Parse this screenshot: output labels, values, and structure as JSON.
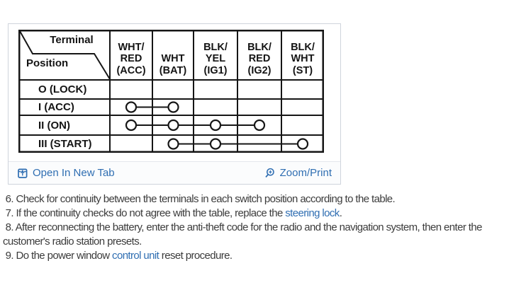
{
  "colors": {
    "link": "#2f6eb2",
    "ink": "#161616",
    "body_text": "#3c3c3c"
  },
  "panel": {
    "table": {
      "corner": {
        "terminal": "Terminal",
        "position": "Position"
      },
      "columns": [
        {
          "key": "ACC",
          "label": "WHT/\nRED\n(ACC)"
        },
        {
          "key": "BAT",
          "label": "WHT\n(BAT)"
        },
        {
          "key": "IG1",
          "label": "BLK/\nYEL\n(IG1)"
        },
        {
          "key": "IG2",
          "label": "BLK/\nRED\n(IG2)"
        },
        {
          "key": "ST",
          "label": "BLK/\nWHT\n(ST)"
        }
      ],
      "rows": [
        {
          "label": "O (LOCK)",
          "circles": [],
          "segments": []
        },
        {
          "label": "I (ACC)",
          "circles": [
            "ACC",
            "BAT"
          ],
          "segments": [
            [
              "ACC",
              "BAT"
            ]
          ]
        },
        {
          "label": "II (ON)",
          "circles": [
            "ACC",
            "BAT",
            "IG1",
            "IG2"
          ],
          "segments": [
            [
              "ACC",
              "IG2"
            ]
          ]
        },
        {
          "label": "III (START)",
          "circles": [
            "BAT",
            "IG1",
            "ST"
          ],
          "segments": [
            [
              "BAT",
              "ST"
            ]
          ]
        }
      ]
    },
    "footer": {
      "open_in_new_tab": "Open In New Tab",
      "zoom_print": "Zoom/Print"
    }
  },
  "instructions": [
    {
      "pre": " 6. Check for continuity between the terminals in each switch position according to the table.",
      "link": "",
      "post": ""
    },
    {
      "pre": " 7. If the continuity checks do not agree with the table, replace the ",
      "link": "steering lock",
      "post": "."
    },
    {
      "pre": " 8. After reconnecting the battery, enter the anti-theft code for the radio and the navigation system, then enter the customer's radio station presets.",
      "link": "",
      "post": ""
    },
    {
      "pre": " 9. Do the power window ",
      "link": "control unit",
      "post": " reset procedure."
    }
  ]
}
